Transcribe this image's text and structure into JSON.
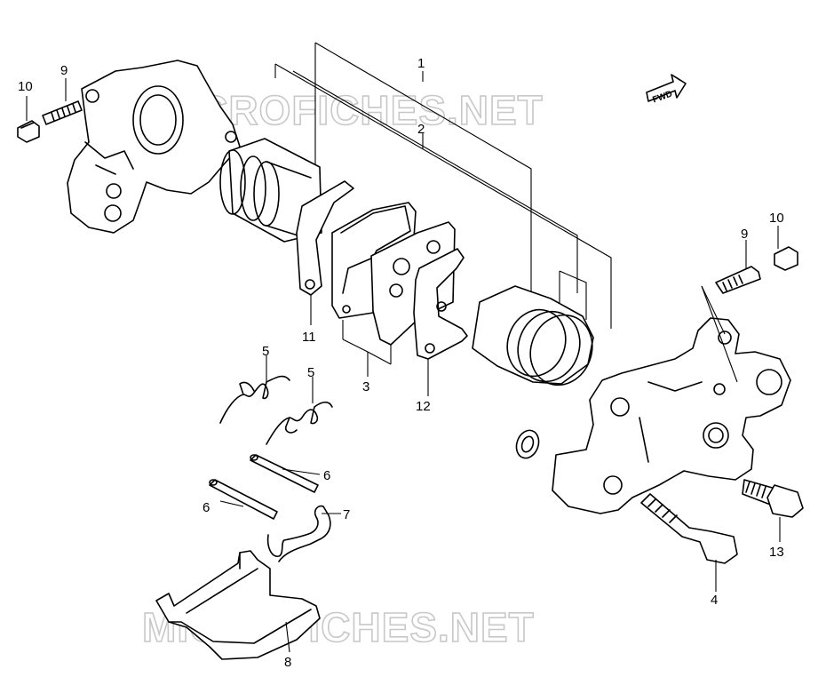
{
  "watermark": "MICROFICHES.NET",
  "direction_arrow": "FWD",
  "callouts": {
    "c1": "1",
    "c2": "2",
    "c3": "3",
    "c4": "4",
    "c5a": "5",
    "c5b": "5",
    "c6a": "6",
    "c6b": "6",
    "c7": "7",
    "c8": "8",
    "c9a": "9",
    "c9b": "9",
    "c10a": "10",
    "c10b": "10",
    "c11": "11",
    "c12": "12",
    "c13": "13"
  }
}
